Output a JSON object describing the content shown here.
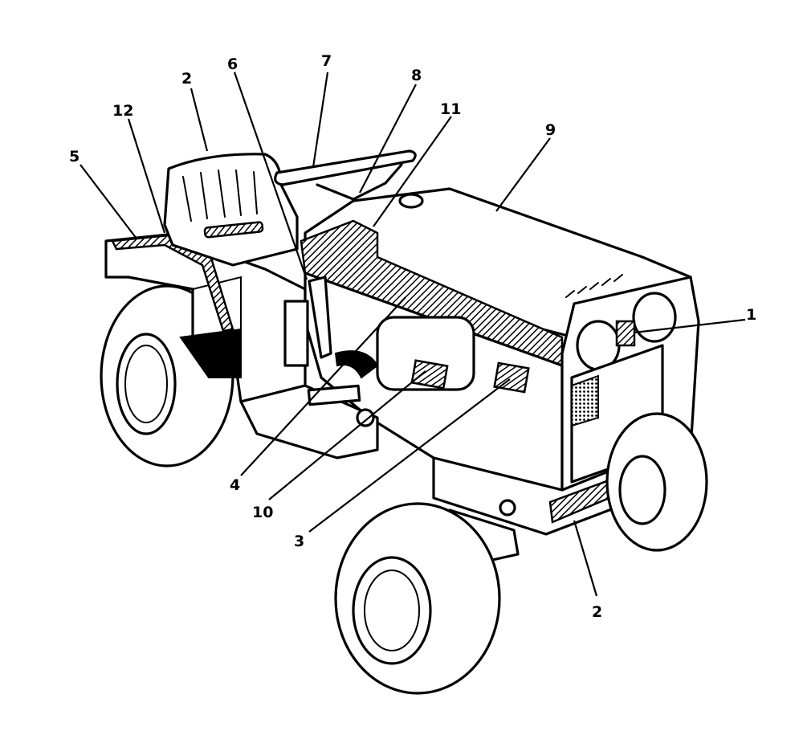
{
  "callouts": [
    {
      "id": "1",
      "label": "1"
    },
    {
      "id": "2a",
      "label": "2"
    },
    {
      "id": "2b",
      "label": "2"
    },
    {
      "id": "3",
      "label": "3"
    },
    {
      "id": "4",
      "label": "4"
    },
    {
      "id": "5",
      "label": "5"
    },
    {
      "id": "6",
      "label": "6"
    },
    {
      "id": "7",
      "label": "7"
    },
    {
      "id": "8",
      "label": "8"
    },
    {
      "id": "9",
      "label": "9"
    },
    {
      "id": "10",
      "label": "10"
    },
    {
      "id": "11",
      "label": "11"
    },
    {
      "id": "12",
      "label": "12"
    }
  ],
  "colors": {
    "ink": "#000000",
    "paper": "#ffffff"
  }
}
